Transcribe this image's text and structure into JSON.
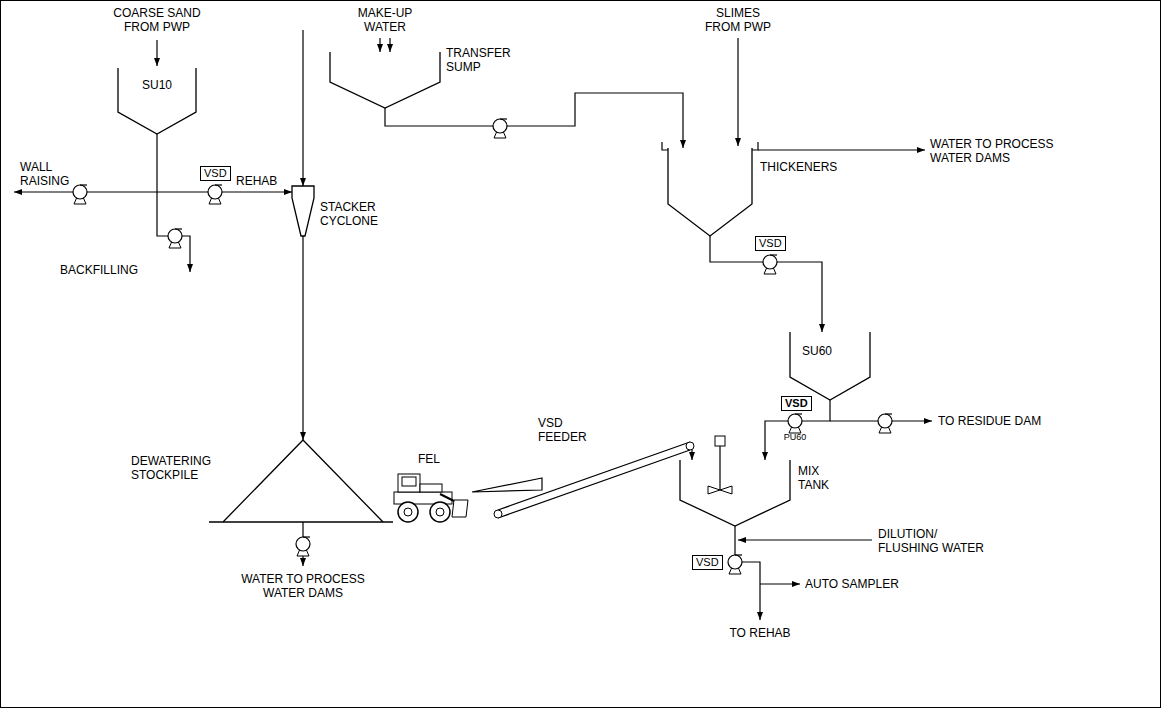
{
  "diagram": {
    "nodes": [
      {
        "text": [
          "SU10"
        ]
      },
      {
        "text": [
          "TRANSFER SUMP"
        ]
      },
      {
        "text": [
          "THICKENERS"
        ]
      },
      {
        "text": [
          "VSD"
        ]
      },
      {
        "text": [
          "STACKER CYCLONE"
        ]
      },
      {
        "text": [
          "VSD"
        ]
      },
      {
        "text": [
          "SU60"
        ]
      },
      {
        "text": [
          "VSD"
        ]
      },
      {
        "text": [
          "VSD FEEDER"
        ]
      },
      {
        "text": [
          "DEWATERING STOCKPILE"
        ]
      },
      {
        "text": [
          "FEL"
        ]
      },
      {
        "text": [
          "MIX TANK"
        ]
      },
      {
        "text": [
          "VSD"
        ]
      }
    ],
    "edges": [
      {
        "from": 0,
        "to": 4,
        "label": "REHAB",
        "arrow": "to"
      },
      {
        "from": 1,
        "to": 2,
        "arrow": "to"
      },
      {
        "from": 2,
        "to": 6,
        "arrow": "to"
      },
      {
        "from": 6,
        "to": 11,
        "arrow": "to"
      },
      {
        "from": 4,
        "to": 9,
        "arrow": "to"
      },
      {
        "from": 8,
        "to": 11,
        "arrow": "to"
      },
      {
        "from": 8,
        "to": 10,
        "arrow": "to"
      }
    ],
    "labels": [
      "COARSE SAND FROM PWP",
      "MAKE-UP WATER",
      "SLIMES FROM PWP",
      "WALL RAISING",
      "WATER TO PROCESS WATER DAMS",
      "BACKFILLING",
      "TO RESIDUE DAM",
      "WATER TO PROCESS WATER DAMS",
      "DILUTION/ FLUSHING WATER",
      "AUTO SAMPLER",
      "TO REHAB",
      "PU60"
    ]
  }
}
